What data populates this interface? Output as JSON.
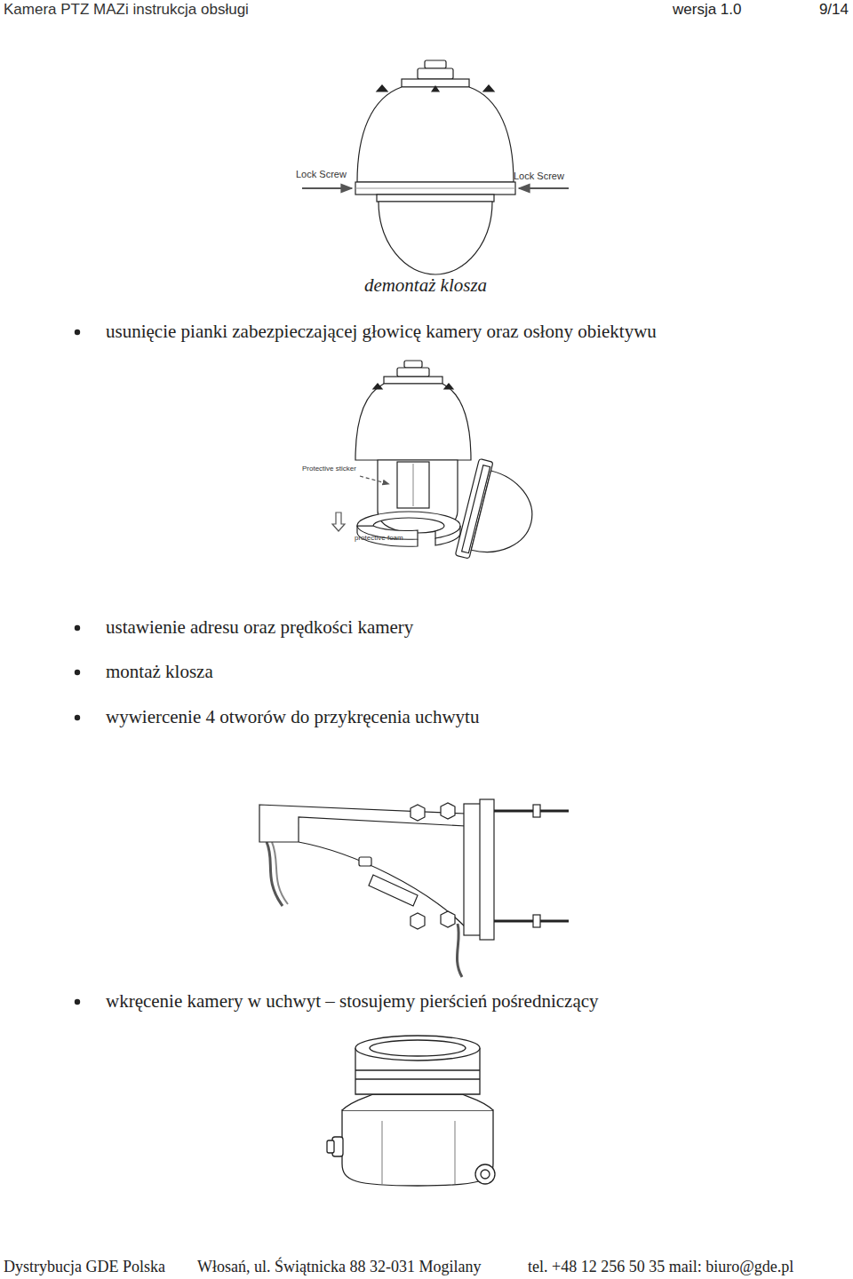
{
  "diagram": {
    "title": "Kamera PTZ MAZi instrukcja obsługi",
    "caption": "demontaż klosza",
    "labels": [
      "wersja 1.0",
      "9/14",
      "Lock Screw",
      "Lock Screw",
      "usunięcie pianki zabezpieczającej głowicę kamery oraz osłony obiektywu",
      "Protective sticker",
      "protective foam",
      "ustawienie adresu oraz prędkości kamery",
      "montaż klosza",
      "wywiercenie 4 otworów do przykręcenia uchwytu",
      "wkręcenie kamery w uchwyt – stosujemy pierścień pośredniczący",
      "Dystrybucja GDE Polska",
      "Włosań, ul. Świątnicka 88 32-031 Mogilany",
      "tel. +48 12 256 50 35 mail: biuro@gde.pl"
    ]
  }
}
